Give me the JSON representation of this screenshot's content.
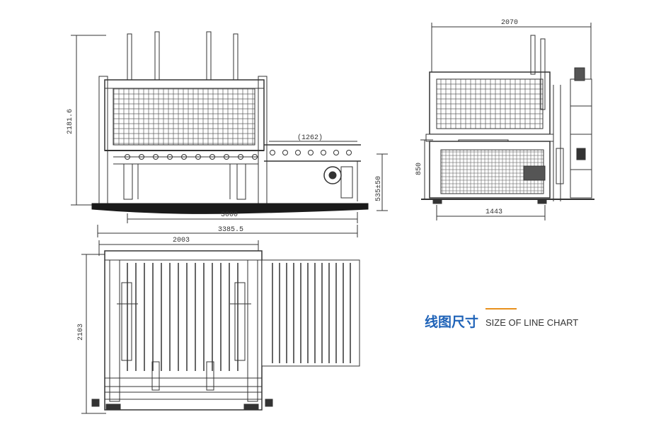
{
  "title": {
    "cn": "线图尺寸",
    "en": "SIZE OF LINE CHART",
    "accent_color": "#e8901c",
    "cn_color": "#1f63b8"
  },
  "front_view": {
    "height_dim": "2181.6",
    "conveyor_dim": "(1262)",
    "roller_height_dim": "535±50",
    "base_dim": "3000",
    "overall_dim": "3385.5"
  },
  "side_view": {
    "width_dim": "2070",
    "height_dim": "850",
    "base_dim": "1443"
  },
  "top_view": {
    "width_dim": "2003",
    "depth_dim": "2103"
  }
}
